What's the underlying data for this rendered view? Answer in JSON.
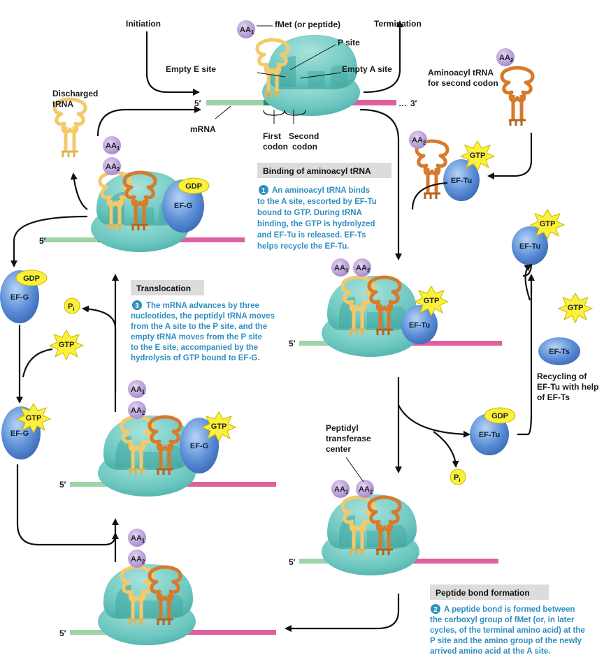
{
  "labels": {
    "initiation": "Initiation",
    "termination": "Termination",
    "fmet": "fMet (or peptide)",
    "p_site": "P site",
    "empty_e_site": "Empty E site",
    "empty_a_site": "Empty A site",
    "mrna": "mRNA",
    "first_codon_1": "First",
    "first_codon_2": "codon",
    "second_codon_1": "Second",
    "second_codon_2": "codon",
    "five_prime": "5′",
    "three_prime": "3′",
    "discharged_1": "Discharged",
    "discharged_2": "tRNA",
    "aminoacyl_1": "Aminoacyl tRNA",
    "aminoacyl_2": "for second codon",
    "recycling_1": "Recycling of",
    "recycling_2": "EF-Tu with help",
    "recycling_3": "of EF-Ts",
    "peptidyl_1": "Peptidyl",
    "peptidyl_2": "transferase",
    "peptidyl_3": "center"
  },
  "molecules": {
    "aa1": "AA",
    "aa1_sub": "1",
    "aa2": "AA",
    "aa2_sub": "2",
    "gtp": "GTP",
    "gdp": "GDP",
    "ef_tu": "EF-Tu",
    "ef_ts": "EF-Ts",
    "ef_g": "EF-G",
    "pi": "P",
    "pi_sub": "i"
  },
  "steps": {
    "binding": {
      "number": "1",
      "title": "Binding of aminoacyl tRNA",
      "lines": [
        "An aminoacyl tRNA binds",
        "to the A site, escorted by EF-Tu",
        "bound to GTP.  During tRNA",
        "binding, the GTP is hydrolyzed",
        "and EF-Tu is released. EF-Ts",
        "helps recycle the EF-Tu."
      ]
    },
    "peptide": {
      "number": "2",
      "title": "Peptide bond formation",
      "lines": [
        "A peptide bond is formed between",
        "the carboxyl group of fMet (or, in later",
        "cycles, of the terminal amino acid) at the",
        "P site and the amino group of the newly",
        "arrived amino acid at the A site."
      ]
    },
    "translocation": {
      "number": "3",
      "title": "Translocation",
      "lines": [
        "The mRNA advances by three",
        "nucleotides, the peptidyl tRNA moves",
        "from the A site to the P site, and the",
        "empty tRNA moves from the P site",
        "to the E site, accompanied by the",
        "hydrolysis of GTP bound to EF-G."
      ]
    }
  },
  "colors": {
    "ribosome": "#6cc7c0",
    "ribosome_dark": "#3a9c98",
    "trna_yellow": "#f3c96a",
    "trna_orange": "#d77a2b",
    "mrna_green": "#9fd3a8",
    "mrna_dark": "#2e8b57",
    "mrna_pink": "#e0609e",
    "aa_purple": "#b89bd6",
    "gtp_yellow": "#fbf03a",
    "factor_blue": "#5d8fd8",
    "step_blue": "#2f8fc0"
  }
}
